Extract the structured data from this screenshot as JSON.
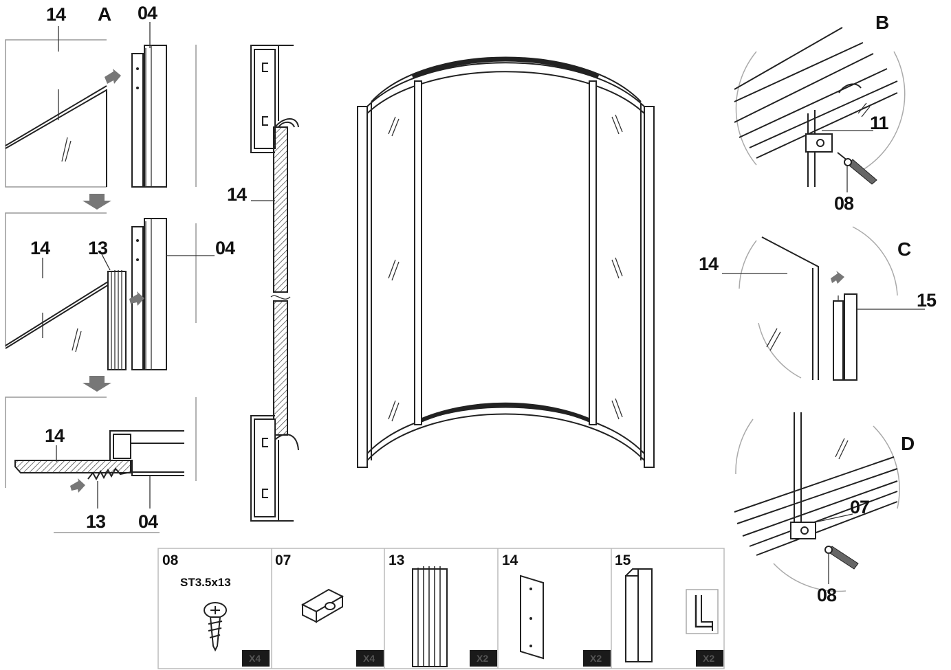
{
  "sections": {
    "a": "A",
    "b": "B",
    "c": "C",
    "d": "D"
  },
  "step_a": {
    "panel1": {
      "glass": "14",
      "profile": "04"
    },
    "panel2": {
      "glass": "14",
      "seal": "13",
      "profile": "04"
    },
    "panel3": {
      "glass": "14",
      "seal": "13",
      "profile": "04"
    }
  },
  "section_view": {
    "glass": "14"
  },
  "detail_b": {
    "bracket": "11",
    "screw": "08"
  },
  "detail_c": {
    "glass": "14",
    "profile": "15"
  },
  "detail_d": {
    "bracket": "07",
    "screw": "08"
  },
  "parts": [
    {
      "number": "08",
      "spec": "ST3.5x13",
      "qty": "X4",
      "icon": "screw-icon"
    },
    {
      "number": "07",
      "spec": "",
      "qty": "X4",
      "icon": "bracket-icon"
    },
    {
      "number": "13",
      "spec": "",
      "qty": "X2",
      "icon": "seal-strip-icon"
    },
    {
      "number": "14",
      "spec": "",
      "qty": "X2",
      "icon": "glass-panel-icon"
    },
    {
      "number": "15",
      "spec": "",
      "qty": "X2",
      "icon": "profile-icon"
    }
  ]
}
